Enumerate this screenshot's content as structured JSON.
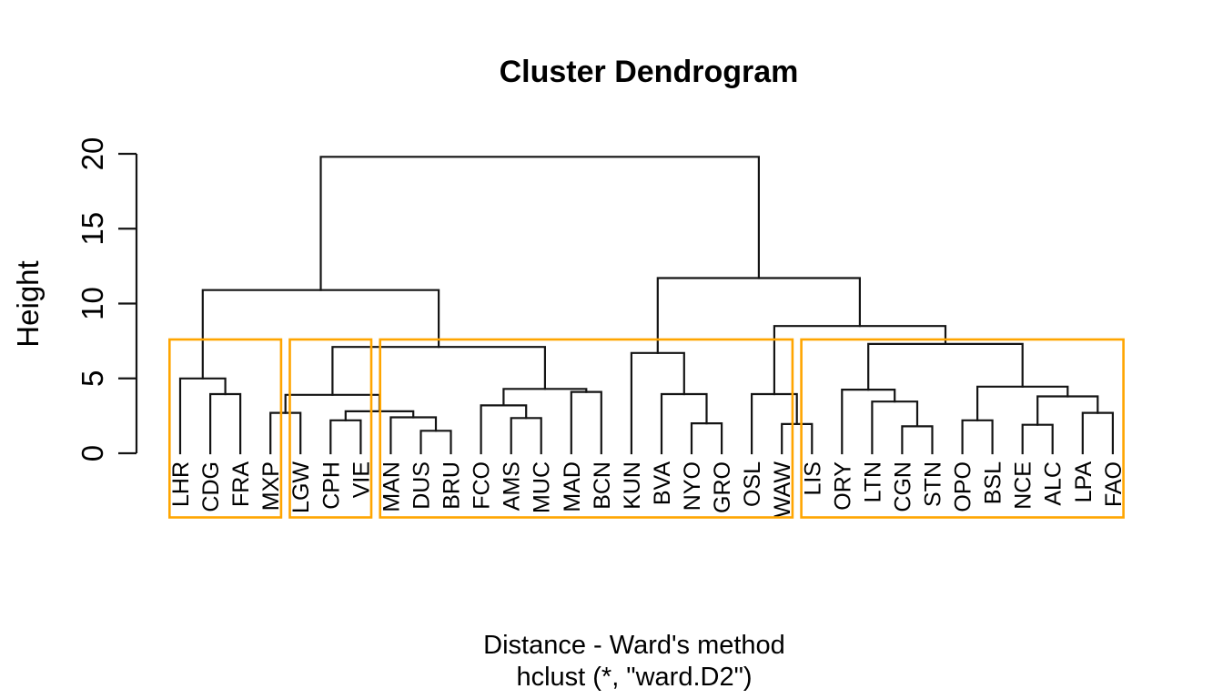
{
  "chart_data": {
    "type": "dendrogram",
    "title": "Cluster Dendrogram",
    "ylabel": "Height",
    "xlabel_line1": "Distance - Ward's method",
    "xlabel_line2": "hclust (*, \"ward.D2\")",
    "ylim": [
      0,
      20
    ],
    "y_ticks": [
      0,
      5,
      10,
      15,
      20
    ],
    "grid": false,
    "legend": "none",
    "line_color": "#141414",
    "cluster_box_color": "#ffa500",
    "leaves": [
      "LHR",
      "CDG",
      "FRA",
      "MXP",
      "LGW",
      "CPH",
      "VIE",
      "MAN",
      "DUS",
      "BRU",
      "FCO",
      "AMS",
      "MUC",
      "MAD",
      "BCN",
      "KUN",
      "BVA",
      "NYO",
      "GRO",
      "OSL",
      "WAW",
      "LIS",
      "ORY",
      "LTN",
      "CGN",
      "STN",
      "OPO",
      "BSL",
      "NCE",
      "ALC",
      "LPA",
      "FAO"
    ],
    "tree": {
      "h": 19.8,
      "c": [
        {
          "h": 10.9,
          "c": [
            {
              "h": 5.0,
              "c": [
                "LHR",
                {
                  "h": 3.95,
                  "c": [
                    "CDG",
                    "FRA"
                  ]
                }
              ]
            },
            {
              "h": 7.1,
              "c": [
                {
                  "h": 3.9,
                  "c": [
                    {
                      "h": 2.7,
                      "c": [
                        "MXP",
                        "LGW"
                      ]
                    },
                    {
                      "h": 2.8,
                      "c": [
                        {
                          "h": 2.2,
                          "c": [
                            "CPH",
                            "VIE"
                          ]
                        },
                        {
                          "h": 2.4,
                          "c": [
                            "MAN",
                            {
                              "h": 1.5,
                              "c": [
                                "DUS",
                                "BRU"
                              ]
                            }
                          ]
                        }
                      ]
                    }
                  ]
                },
                {
                  "h": 4.3,
                  "c": [
                    {
                      "h": 3.2,
                      "c": [
                        "FCO",
                        {
                          "h": 2.35,
                          "c": [
                            "AMS",
                            "MUC"
                          ]
                        }
                      ]
                    },
                    {
                      "h": 4.1,
                      "c": [
                        "MAD",
                        "BCN"
                      ]
                    }
                  ]
                }
              ]
            }
          ]
        },
        {
          "h": 11.7,
          "c": [
            {
              "h": 6.7,
              "c": [
                "KUN",
                {
                  "h": 3.95,
                  "c": [
                    "BVA",
                    {
                      "h": 2.0,
                      "c": [
                        "NYO",
                        "GRO"
                      ]
                    }
                  ]
                }
              ]
            },
            {
              "h": 8.5,
              "c": [
                {
                  "h": 3.95,
                  "c": [
                    "OSL",
                    {
                      "h": 1.95,
                      "c": [
                        "WAW",
                        "LIS"
                      ]
                    }
                  ]
                },
                {
                  "h": 7.3,
                  "c": [
                    {
                      "h": 4.25,
                      "c": [
                        "ORY",
                        {
                          "h": 3.45,
                          "c": [
                            "LTN",
                            {
                              "h": 1.8,
                              "c": [
                                "CGN",
                                "STN"
                              ]
                            }
                          ]
                        }
                      ]
                    },
                    {
                      "h": 4.45,
                      "c": [
                        {
                          "h": 2.2,
                          "c": [
                            "OPO",
                            "BSL"
                          ]
                        },
                        {
                          "h": 3.8,
                          "c": [
                            {
                              "h": 1.9,
                              "c": [
                                "NCE",
                                "ALC"
                              ]
                            },
                            {
                              "h": 2.7,
                              "c": [
                                "LPA",
                                "FAO"
                              ]
                            }
                          ]
                        }
                      ]
                    }
                  ]
                }
              ]
            }
          ]
        }
      ]
    },
    "cluster_boxes": [
      {
        "from": 0,
        "to": 3
      },
      {
        "from": 4,
        "to": 6
      },
      {
        "from": 7,
        "to": 20
      },
      {
        "from": 21,
        "to": 31
      }
    ]
  }
}
